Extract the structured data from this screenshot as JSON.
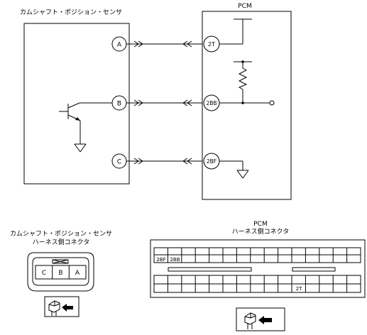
{
  "sensor": {
    "title": "カムシャフト・ポジション・センサ",
    "pins": [
      "A",
      "B",
      "C"
    ]
  },
  "pcm": {
    "title": "PCM",
    "terminals": [
      "2T",
      "2BB",
      "2BF"
    ]
  },
  "sensor_connector": {
    "title_line1": "カムシャフト・ポジション・センサ",
    "title_line2": "ハーネス側コネクタ",
    "cells": [
      "C",
      "B",
      "A"
    ]
  },
  "pcm_connector": {
    "title_line1": "PCM",
    "title_line2": "ハーネス側コネクタ",
    "labels": [
      "2BF",
      "2BB",
      "2T"
    ]
  },
  "icons": {
    "connector_view": "connector-plug-arrow-icon",
    "ground": "ground-icon",
    "resistor": "resistor-icon",
    "transistor": "npn-transistor-icon"
  }
}
